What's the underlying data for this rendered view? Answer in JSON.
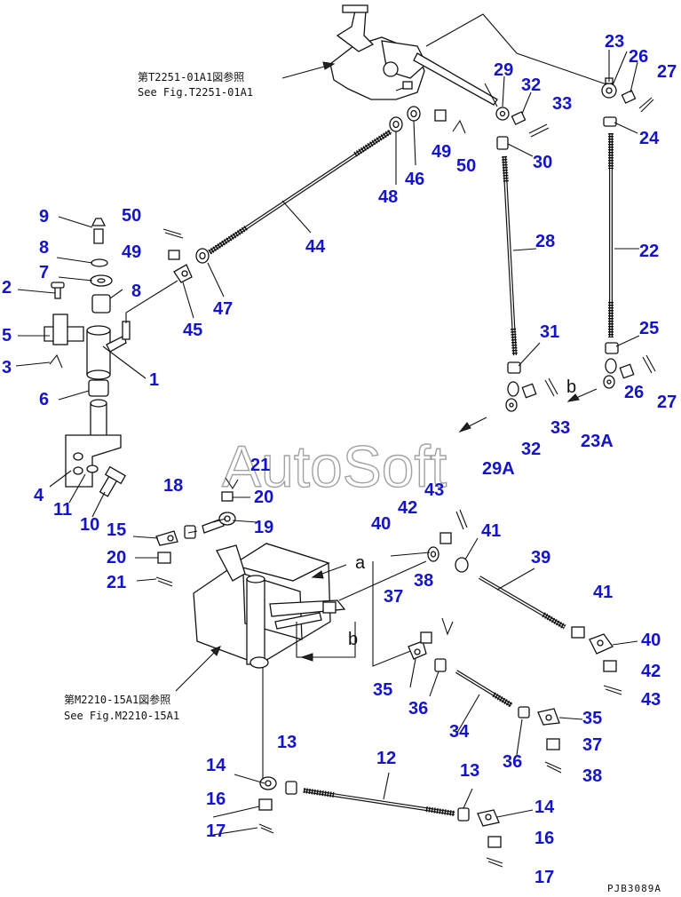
{
  "references": {
    "upper": {
      "line1": "第T2251-01A1図参照",
      "line2": "See Fig.T2251-01A1"
    },
    "lower": {
      "line1": "第M2210-15A1図参照",
      "line2": "See Fig.M2210-15A1"
    }
  },
  "watermark": "AutoSoft",
  "drawing_code": "PJB3089A",
  "view_letters": {
    "a": "a",
    "b": "b"
  },
  "callouts": {
    "c1": "1",
    "c2": "2",
    "c3": "3",
    "c4": "4",
    "c5": "5",
    "c6": "6",
    "c7": "7",
    "c8a": "8",
    "c8b": "8",
    "c9": "9",
    "c10": "10",
    "c11": "11",
    "c12": "12",
    "c13a": "13",
    "c13b": "13",
    "c14a": "14",
    "c14b": "14",
    "c15": "15",
    "c16a": "16",
    "c16b": "16",
    "c17a": "17",
    "c17b": "17",
    "c18": "18",
    "c19": "19",
    "c20a": "20",
    "c20b": "20",
    "c21a": "21",
    "c21b": "21",
    "c22": "22",
    "c23": "23",
    "c23A": "23A",
    "c24": "24",
    "c25": "25",
    "c26a": "26",
    "c26b": "26",
    "c27a": "27",
    "c27b": "27",
    "c28": "28",
    "c29": "29",
    "c29A": "29A",
    "c30": "30",
    "c31": "31",
    "c32a": "32",
    "c32b": "32",
    "c33a": "33",
    "c33b": "33",
    "c34": "34",
    "c35a": "35",
    "c35b": "35",
    "c36a": "36",
    "c36b": "36",
    "c37a": "37",
    "c37b": "37",
    "c38a": "38",
    "c38b": "38",
    "c39": "39",
    "c40a": "40",
    "c40b": "40",
    "c41a": "41",
    "c41b": "41",
    "c42a": "42",
    "c42b": "42",
    "c43a": "43",
    "c43b": "43",
    "c44": "44",
    "c45": "45",
    "c46": "46",
    "c47": "47",
    "c48": "48",
    "c49a": "49",
    "c49b": "49",
    "c50a": "50",
    "c50b": "50"
  }
}
